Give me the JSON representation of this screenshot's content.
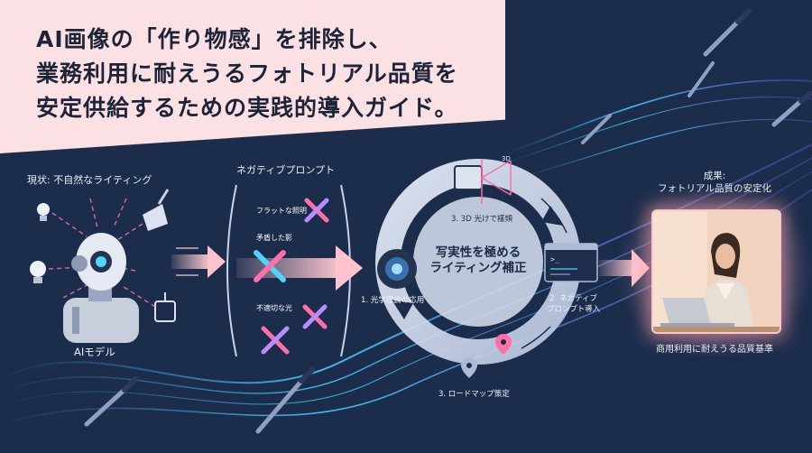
{
  "headline": {
    "line1": "AI画像の「作り物感」を排除し、",
    "line2": "業務利用に耐えうるフォトリアル品質を",
    "line3": "安定供給するための実践的導入ガイド。"
  },
  "left": {
    "status_label": "現状: 不自然なライティング",
    "ai_model_label": "AIモデル"
  },
  "negative": {
    "title": "ネガティブプロンプト",
    "items": [
      "フラットな照明",
      "矛盾した影",
      "不適切な光"
    ]
  },
  "cycle": {
    "center_title_l1": "写実性を極める",
    "center_title_l2": "ライティング補正",
    "step1": "1. 光学理論の応用",
    "step2_l1": "2. ネガティブ",
    "step2_l2": "プロンプト導入",
    "step3": "3. 3D 光けで樣頻",
    "step4": "3. ロードマップ策定",
    "box_label": "3D"
  },
  "result": {
    "title_l1": "成果:",
    "title_l2": "フォトリアル品質の安定化",
    "caption": "商用利用に耐えうる品質基準"
  },
  "colors": {
    "background": "#1c2d4c",
    "headline_bg": "#fbe1e4",
    "accent_pink": "#ff6fa8",
    "accent_blue": "#4fd4ff"
  }
}
